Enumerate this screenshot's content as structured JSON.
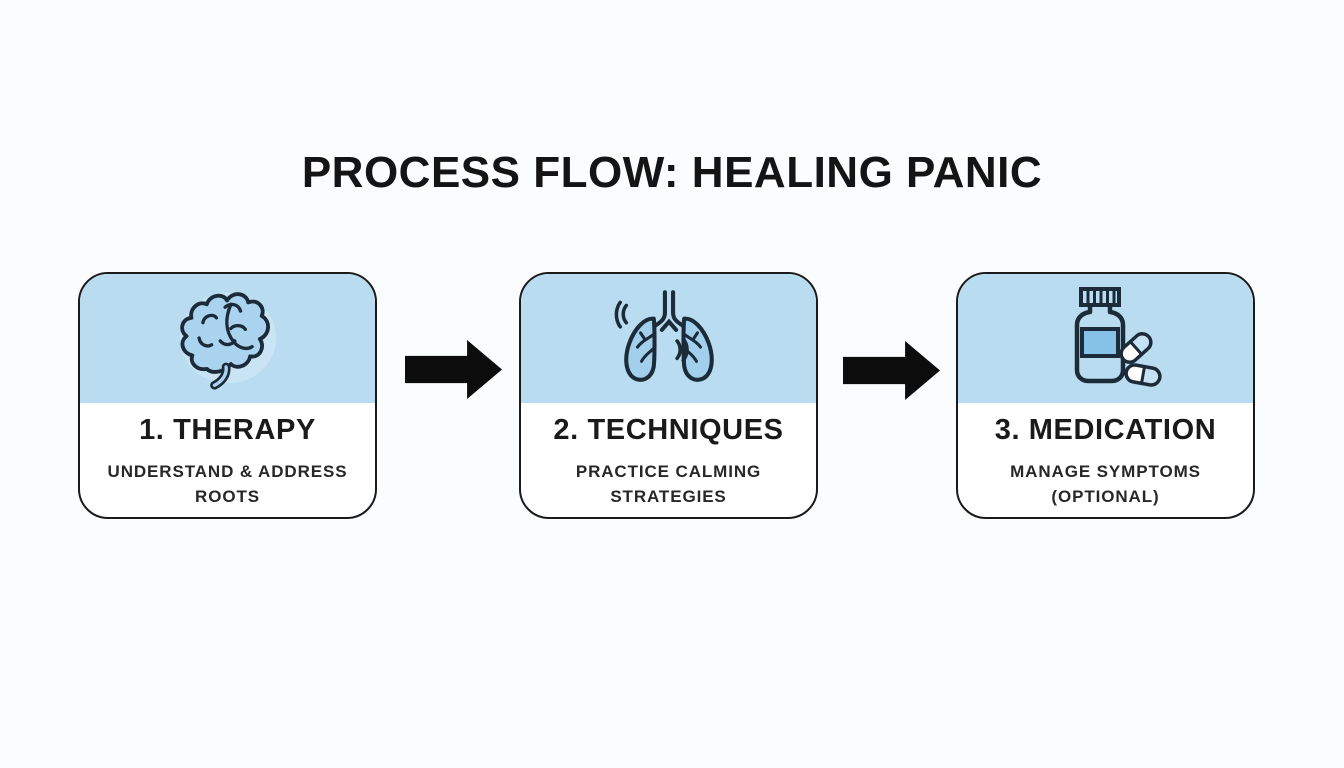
{
  "title": "PROCESS FLOW: HEALING PANIC",
  "colors": {
    "background": "#fbfcfd",
    "card_header_blue": "#b9dcf0",
    "card_body": "#ffffff",
    "card_border": "#1a1a1a",
    "arrow_black": "#0c0c0c",
    "icon_stroke_navy": "#1c2b3a",
    "icon_fill_blue": "#a2cfec",
    "bottle_label_blue": "#86c2e7",
    "text_dark": "#1a1a1a"
  },
  "steps": [
    {
      "title": "1. THERAPY",
      "subtitle_line1": "UNDERSTAND & ADDRESS",
      "subtitle_line2": "ROOTS",
      "icon": "brain-icon"
    },
    {
      "title": "2. TECHNIQUES",
      "subtitle_line1": "PRACTICE CALMING",
      "subtitle_line2": "STRATEGIES",
      "icon": "lungs-icon"
    },
    {
      "title": "3. MEDICATION",
      "subtitle_line1": "MANAGE SYMPTOMS",
      "subtitle_line2": "(OPTIONAL)",
      "icon": "pill-bottle-icon"
    }
  ],
  "arrows": [
    {
      "icon": "arrow-right-icon"
    },
    {
      "icon": "arrow-right-icon"
    }
  ]
}
